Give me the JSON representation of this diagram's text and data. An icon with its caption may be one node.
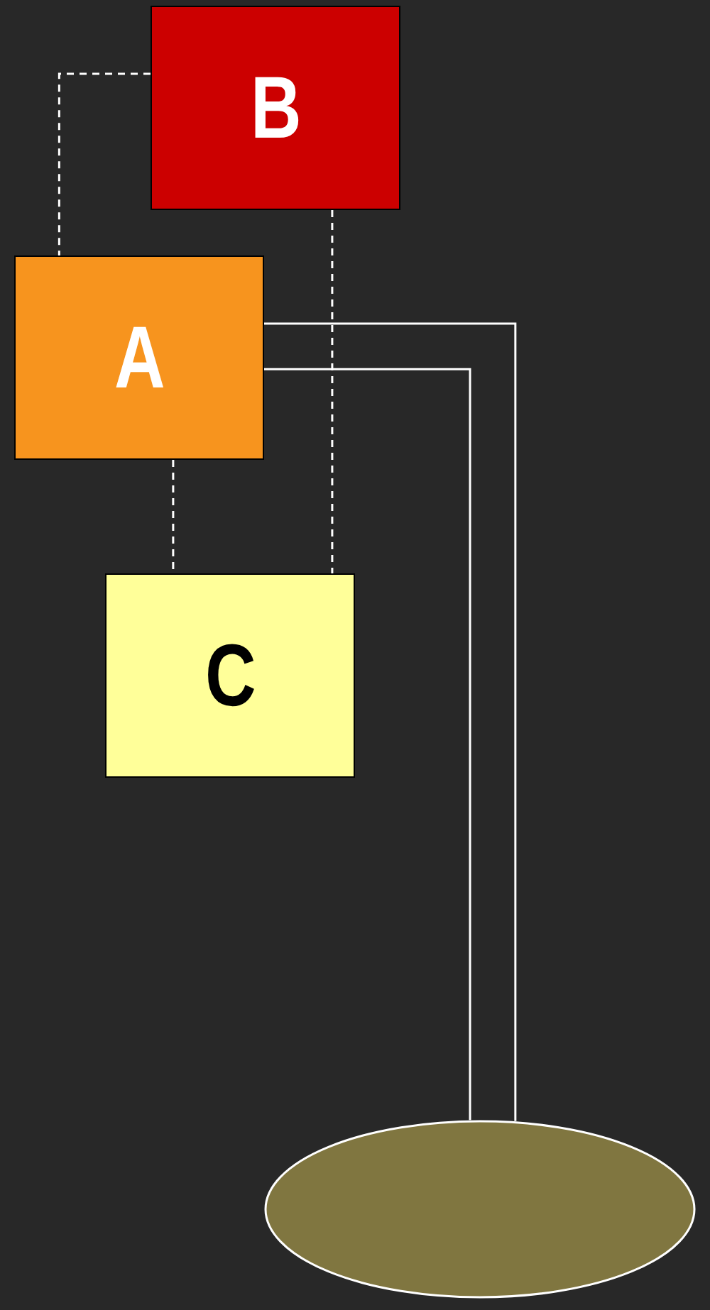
{
  "diagram": {
    "nodes": [
      {
        "text": [
          "B"
        ]
      },
      {
        "text": [
          "A"
        ]
      },
      {
        "text": [
          "C"
        ]
      },
      {
        "text": [],
        "shape": "ellipse"
      }
    ],
    "edges": [
      {
        "from": 0,
        "to": 1,
        "arrow": "none",
        "style": "dashed"
      },
      {
        "from": 0,
        "to": 2,
        "arrow": "none",
        "style": "dashed"
      },
      {
        "from": 1,
        "to": 2,
        "arrow": "none",
        "style": "dashed"
      },
      {
        "from": 1,
        "to": 3,
        "arrow": "none"
      },
      {
        "from": 1,
        "to": 3,
        "arrow": "none"
      }
    ]
  }
}
